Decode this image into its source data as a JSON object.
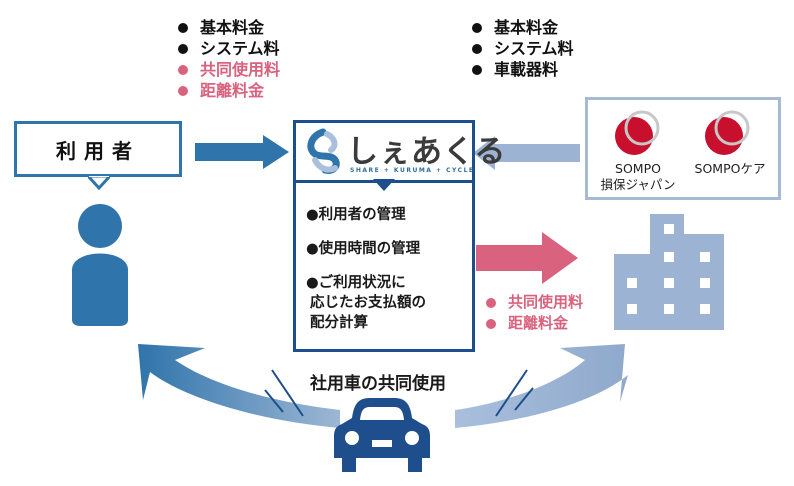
{
  "colors": {
    "primary_blue": "#2f74ab",
    "dark_blue": "#1f4e8c",
    "light_blue": "#9db3d3",
    "pink": "#d9637e",
    "sompo_red": "#c8102e",
    "text": "#111111"
  },
  "fees_to_platform": {
    "items": [
      {
        "label": "基本料金",
        "color": "black"
      },
      {
        "label": "システム料",
        "color": "black"
      },
      {
        "label": "共同使用料",
        "color": "pink"
      },
      {
        "label": "距離料金",
        "color": "pink"
      }
    ]
  },
  "fees_from_company": {
    "items": [
      {
        "label": "基本料金",
        "color": "black"
      },
      {
        "label": "システム料",
        "color": "black"
      },
      {
        "label": "車載器料",
        "color": "black"
      }
    ]
  },
  "user": {
    "label": "利用者",
    "icon": "person-icon"
  },
  "platform": {
    "logo_text": "しぇあくる",
    "logo_subtitle": "SHARE + KURUMA + CYCLE",
    "logo_icon": "shiekuru-logo-icon",
    "features": [
      "●利用者の管理",
      "●使用時間の管理",
      "●ご利用状況に\n応じたお支払額の\n配分計算"
    ],
    "features_lines": {
      "f1": "●利用者の管理",
      "f2": "●使用時間の管理",
      "f3a": "●ご利用状況に",
      "f3b": "応じたお支払額の",
      "f3c": "配分計算"
    }
  },
  "companies": {
    "sompo_japan": {
      "line1": "SOMPO",
      "line2": "損保ジャパン"
    },
    "sompo_care": {
      "line1": "SOMPOケア"
    },
    "icon": "building-icon"
  },
  "payout": {
    "items": [
      {
        "label": "共同使用料",
        "color": "pink"
      },
      {
        "label": "距離料金",
        "color": "pink"
      }
    ]
  },
  "shared_car": {
    "label": "社用車の共同使用",
    "icon": "car-icon"
  }
}
